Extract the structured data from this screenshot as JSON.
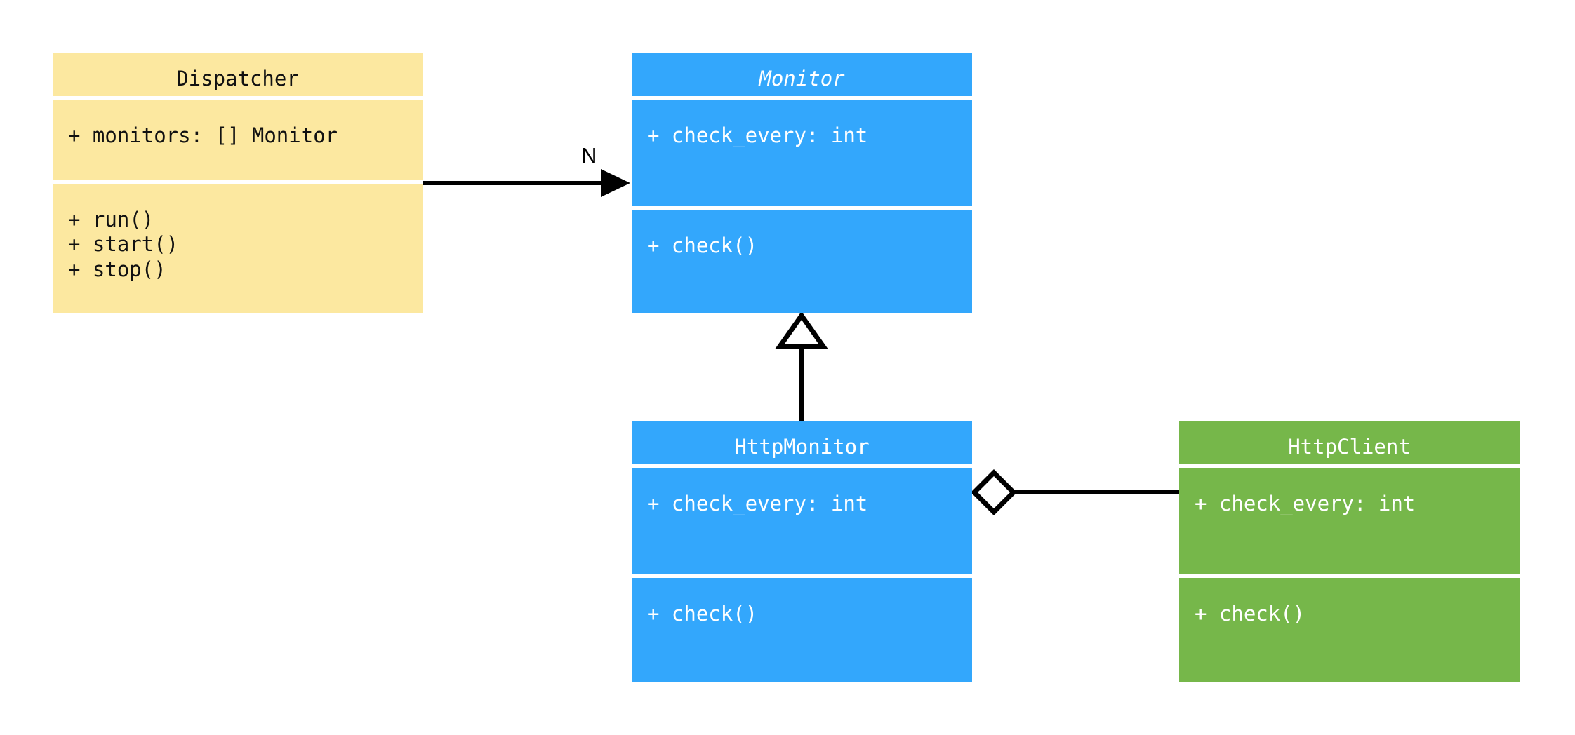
{
  "diagram": {
    "kind": "uml-class-diagram",
    "background": "#ffffff",
    "palette": {
      "yellow": "#fce8a0",
      "blue": "#33a7fc",
      "green": "#76b74a",
      "edge": "#000000",
      "separator": "#ffffff",
      "dark_text": "#111111",
      "light_text": "#ffffff"
    }
  },
  "classes": {
    "dispatcher": {
      "name": "Dispatcher",
      "abstract": false,
      "color": "#fce8a0",
      "attributes": [
        "+ monitors: [] Monitor"
      ],
      "methods": [
        "+ run()",
        "+ start()",
        "+ stop()"
      ],
      "attributes_text": "+ monitors: [] Monitor",
      "methods_text": "+ run()\n+ start()\n+ stop()"
    },
    "monitor": {
      "name": "Monitor",
      "abstract": true,
      "color": "#33a7fc",
      "attributes": [
        "+ check_every: int"
      ],
      "methods": [
        "+ check()"
      ],
      "attributes_text": "+ check_every: int",
      "methods_text": "+ check()"
    },
    "http_monitor": {
      "name": "HttpMonitor",
      "abstract": false,
      "color": "#33a7fc",
      "attributes": [
        "+ check_every: int"
      ],
      "methods": [
        "+ check()"
      ],
      "attributes_text": "+ check_every: int",
      "methods_text": "+ check()"
    },
    "http_client": {
      "name": "HttpClient",
      "abstract": false,
      "color": "#76b74a",
      "attributes": [
        "+ check_every: int"
      ],
      "methods": [
        "+ check()"
      ],
      "attributes_text": "+ check_every: int",
      "methods_text": "+ check()"
    }
  },
  "relationships": [
    {
      "id": "dispatcher-to-monitor",
      "type": "association",
      "from": "Dispatcher",
      "to": "Monitor",
      "head": "filled-arrow",
      "label": "N"
    },
    {
      "id": "httpmonitor-to-monitor",
      "type": "generalization",
      "from": "HttpMonitor",
      "to": "Monitor",
      "head": "hollow-triangle",
      "label": ""
    },
    {
      "id": "httpmonitor-to-httpclient",
      "type": "aggregation",
      "from": "HttpMonitor",
      "to": "HttpClient",
      "head": "hollow-diamond",
      "label": ""
    }
  ]
}
